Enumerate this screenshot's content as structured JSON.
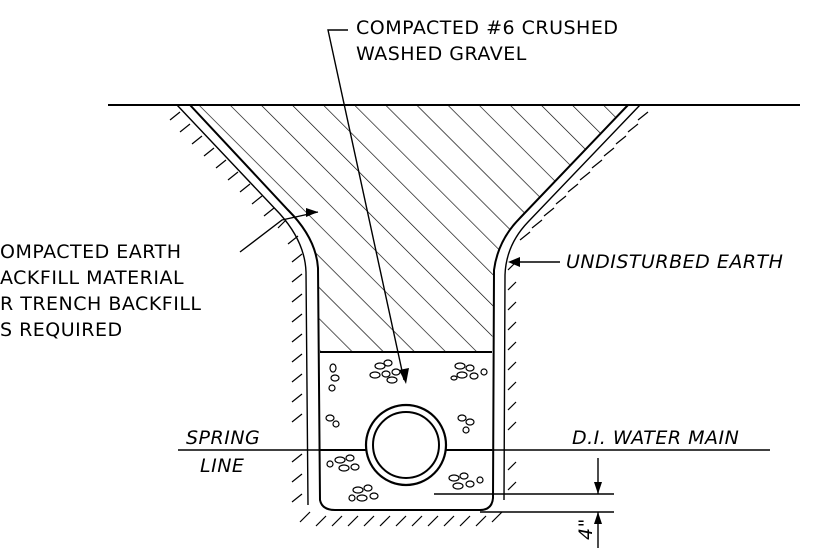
{
  "labels": {
    "gravel_line1": "COMPACTED #6 CRUSHED",
    "gravel_line2": "WASHED GRAVEL",
    "earth_line1": "OMPACTED EARTH",
    "earth_line2": "ACKFILL MATERIAL",
    "earth_line3": "R TRENCH BACKFILL",
    "earth_line4": "S REQUIRED",
    "undisturbed": "UNDISTURBED EARTH",
    "spring_line1": "SPRING",
    "spring_line2": "LINE",
    "water_main": "D.I. WATER MAIN",
    "dimension": "4\""
  }
}
